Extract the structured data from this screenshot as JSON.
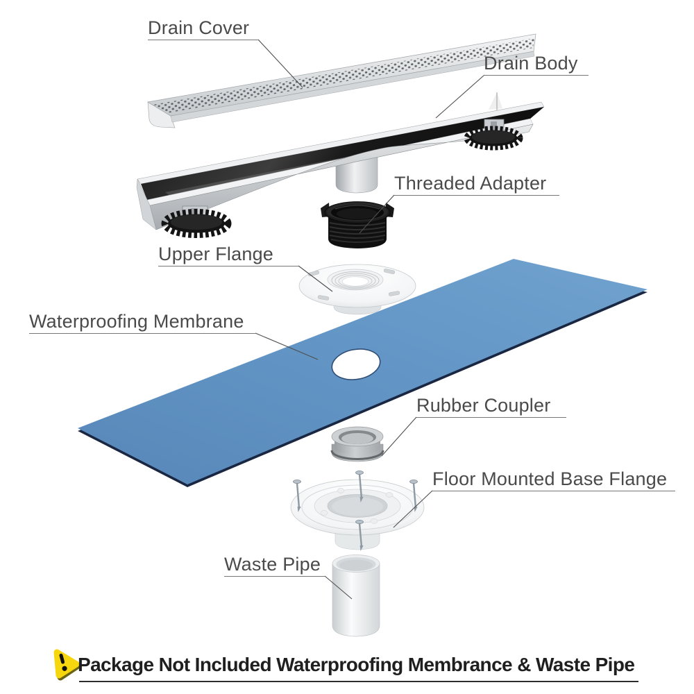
{
  "labels": {
    "drain_cover": "Drain Cover",
    "drain_body": "Drain Body",
    "threaded_adapter": "Threaded Adapter",
    "upper_flange": "Upper Flange",
    "waterproofing_membrane": "Waterproofing Membrane",
    "rubber_coupler": "Rubber Coupler",
    "floor_mounted_base_flange": "Floor Mounted Base Flange",
    "waste_pipe": "Waste Pipe"
  },
  "note": {
    "icon": "warning-icon",
    "text": "Package Not Included Waterproofing Membrance & Waste Pipe"
  },
  "colors": {
    "background": "#ffffff",
    "label_text": "#4a4a4a",
    "leader_line": "#4e4e4e",
    "membrane_blue": "#6598c6",
    "membrane_edge": "#1a2742",
    "note_text": "#1f1f1f",
    "warning_yellow": "#f6d60e",
    "part_black": "#151515",
    "part_silver": "#d3d6d8",
    "part_white": "#f2f4f5",
    "coupler_gray": "#b4b8bb"
  }
}
